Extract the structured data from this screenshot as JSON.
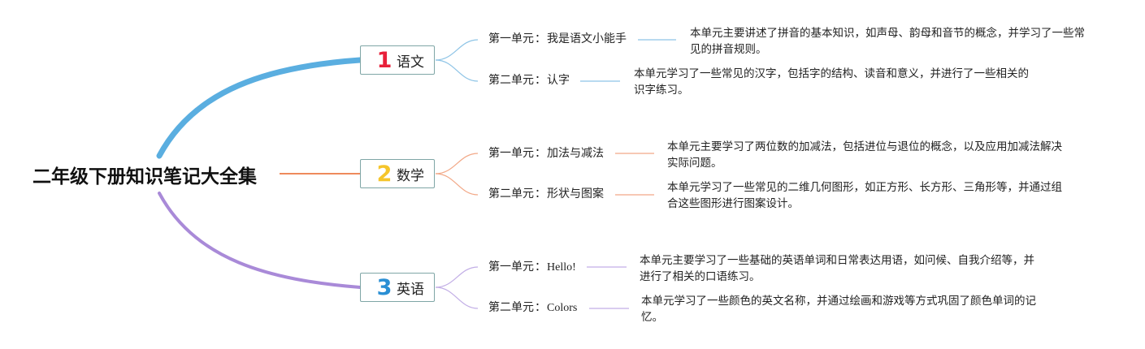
{
  "root": {
    "title": "二年级下册知识笔记大全集"
  },
  "subjects": [
    {
      "number": "1",
      "name": "语文",
      "color": "#e8213a",
      "branch_color": "#5aaee0",
      "units": [
        {
          "title": "第一单元",
          "colon": "：",
          "topic": "我是语文小能手",
          "description": "本单元主要讲述了拼音的基本知识，如声母、韵母和音节的概念，并学习了一些常见的拼音规则。"
        },
        {
          "title": "第二单元",
          "colon": "：",
          "topic": "认字",
          "description": "本单元学习了一些常见的汉字，包括字的结构、读音和意义，并进行了一些相关的识字练习。"
        }
      ]
    },
    {
      "number": "2",
      "name": "数学",
      "color": "#f5c52b",
      "branch_color": "#ee8a5c",
      "units": [
        {
          "title": "第一单元",
          "colon": "：",
          "topic": "加法与减法",
          "description": "本单元主要学习了两位数的加减法，包括进位与退位的概念，以及应用加减法解决实际问题。"
        },
        {
          "title": "第二单元",
          "colon": "：",
          "topic": "形状与图案",
          "description": "本单元学习了一些常见的二维几何图形，如正方形、长方形、三角形等，并通过组合这些图形进行图案设计。"
        }
      ]
    },
    {
      "number": "3",
      "name": "英语",
      "color": "#2a8fd4",
      "branch_color": "#a98ad8",
      "units": [
        {
          "title": "第一单元",
          "colon": "：",
          "topic": "Hello!",
          "description": "本单元主要学习了一些基础的英语单词和日常表达用语，如问候、自我介绍等，并进行了相关的口语练习。"
        },
        {
          "title": "第二单元",
          "colon": "：",
          "topic": "Colors",
          "description": "本单元学习了一些颜色的英文名称，并通过绘画和游戏等方式巩固了颜色单词的记忆。"
        }
      ]
    }
  ]
}
